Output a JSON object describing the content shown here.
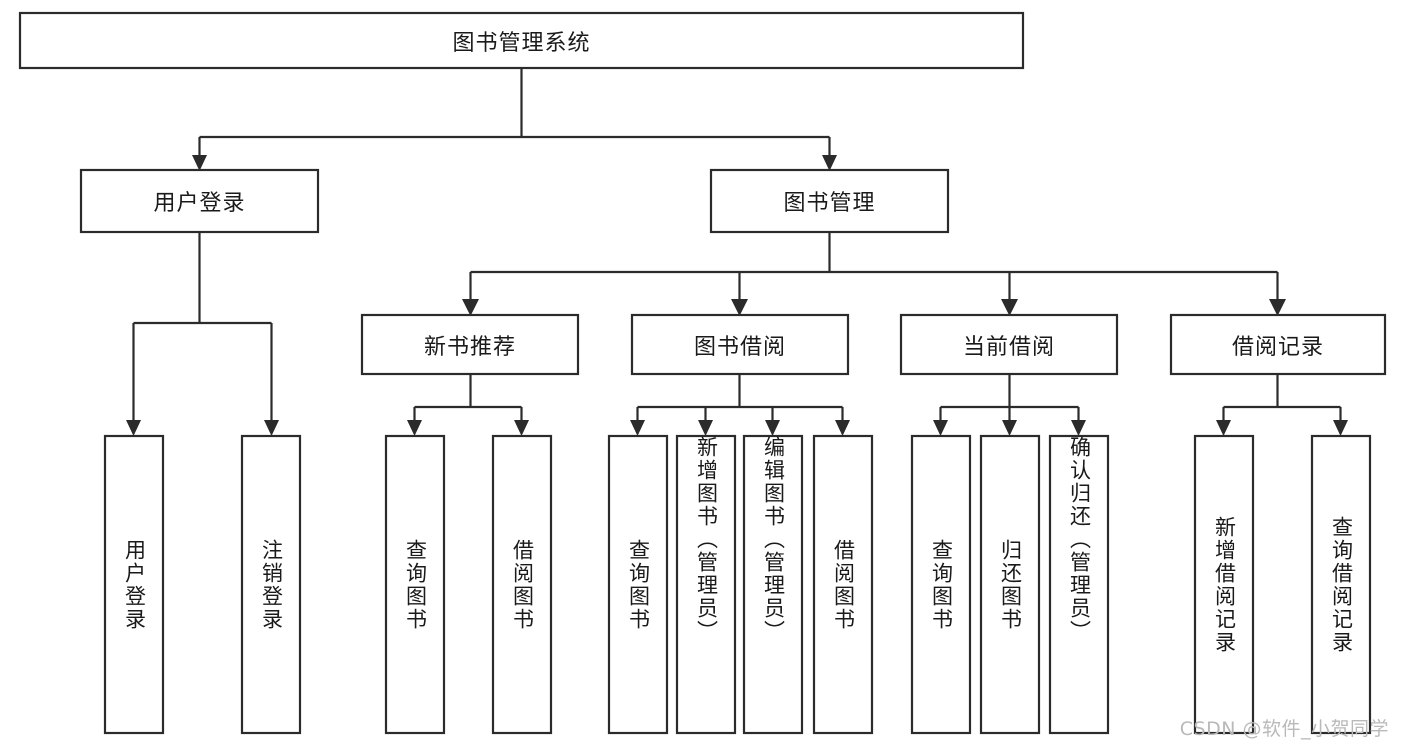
{
  "diagram": {
    "type": "tree-hierarchy",
    "title": "图书管理系统",
    "orientation": "top-down",
    "colors": {
      "box_fill": "#ffffff",
      "box_stroke": "#2b2b2b",
      "connector": "#2b2b2b",
      "text": "#1a1a1a",
      "watermark": "#b9b9b9",
      "background": "#ffffff"
    },
    "root": {
      "id": "root",
      "label": "图书管理系统"
    },
    "level2": [
      {
        "id": "user-login",
        "label": "用户登录"
      },
      {
        "id": "book-management",
        "label": "图书管理"
      }
    ],
    "level3": [
      {
        "id": "new-book-recommend",
        "label": "新书推荐",
        "parent": "book-management"
      },
      {
        "id": "book-borrow",
        "label": "图书借阅",
        "parent": "book-management"
      },
      {
        "id": "current-borrow",
        "label": "当前借阅",
        "parent": "book-management"
      },
      {
        "id": "borrow-record",
        "label": "借阅记录",
        "parent": "book-management"
      }
    ],
    "leaves": [
      {
        "id": "leaf-user-login",
        "label": "用户登录",
        "parent": "user-login"
      },
      {
        "id": "leaf-logout-login",
        "label": "注销登录",
        "parent": "user-login"
      },
      {
        "id": "leaf-query-book-1",
        "label": "查询图书",
        "parent": "new-book-recommend"
      },
      {
        "id": "leaf-borrow-book-1",
        "label": "借阅图书",
        "parent": "new-book-recommend"
      },
      {
        "id": "leaf-query-book-2",
        "label": "查询图书",
        "parent": "book-borrow"
      },
      {
        "id": "leaf-add-book",
        "label": "新增图书（管理员）",
        "parent": "book-borrow"
      },
      {
        "id": "leaf-edit-book",
        "label": "编辑图书（管理员）",
        "parent": "book-borrow"
      },
      {
        "id": "leaf-borrow-book-2",
        "label": "借阅图书",
        "parent": "book-borrow"
      },
      {
        "id": "leaf-query-book-3",
        "label": "查询图书",
        "parent": "current-borrow"
      },
      {
        "id": "leaf-return-book",
        "label": "归还图书",
        "parent": "current-borrow"
      },
      {
        "id": "leaf-confirm-return",
        "label": "确认归还（管理员）",
        "parent": "current-borrow"
      },
      {
        "id": "leaf-add-record",
        "label": "新增借阅记录",
        "parent": "borrow-record"
      },
      {
        "id": "leaf-query-record",
        "label": "查询借阅记录",
        "parent": "borrow-record"
      }
    ]
  },
  "watermark": {
    "text": "CSDN @软件_小贺同学"
  }
}
